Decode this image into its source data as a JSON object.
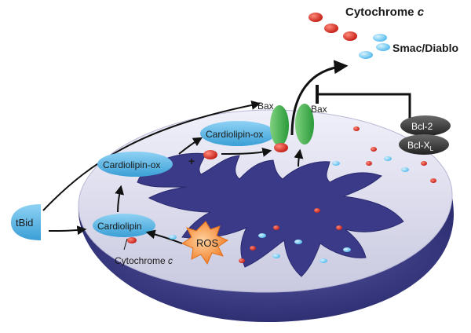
{
  "labels": {
    "cytochrome_c_top": "Cytochrome",
    "cytochrome_c_top_italic": "c",
    "smac_diablo": "Smac/Diablo",
    "bax_left": "Bax",
    "bax_right": "Bax",
    "bcl2": "Bcl-2",
    "bclxl": "Bcl-X",
    "bclxl_sub": "L",
    "tbid": "tBid",
    "cardiolipin": "Cardiolipin",
    "cardiolipin_ox_left": "Cardiolipin-ox",
    "cardiolipin_ox_right": "Cardiolipin-ox",
    "ros": "ROS",
    "cytochrome_c_bottom": "Cytochrome",
    "cytochrome_c_bottom_italic": "c",
    "plus_sign": "+"
  },
  "colors": {
    "matrix_dark": "#33337a",
    "membrane_light": "#d9d9ec",
    "cristae_blue": "#3e3e8c",
    "cyto_red": "#d8231a",
    "smac_blue": "#6cc6f0",
    "bax_green": "#3fae49",
    "cardiolipin_oval": "#5ab4e2",
    "ros_orange": "#f58a3a",
    "bcl_dark": "#3a3a3a"
  }
}
